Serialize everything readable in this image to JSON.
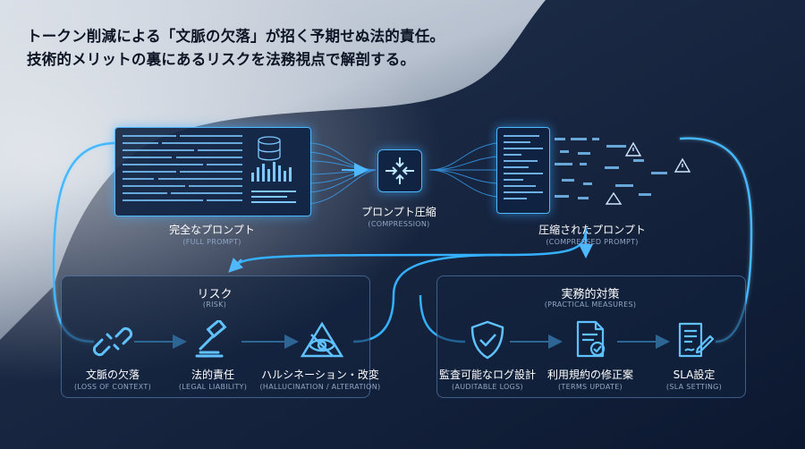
{
  "headline": {
    "line1": "トークン削減による「文脈の欠落」が招く予期せぬ法的責任。",
    "line2": "技術的メリットの裏にあるリスクを法務視点で解剖する。"
  },
  "flow": {
    "full_prompt": {
      "label": "完全なプロンプト",
      "sub": "(FULL PROMPT)"
    },
    "compression": {
      "label": "プロンプト圧縮",
      "sub": "(COMPRESSION)"
    },
    "compressed": {
      "label": "圧縮されたプロンプト",
      "sub": "(COMPRESSED PROMPT)"
    }
  },
  "risk": {
    "title": "リスク",
    "title_sub": "(RISK)",
    "items": [
      {
        "label": "文脈の欠落",
        "sub": "(LOSS OF CONTEXT)",
        "icon": "broken-chain-icon"
      },
      {
        "label": "法的責任",
        "sub": "(LEGAL LIABILITY)",
        "icon": "gavel-icon"
      },
      {
        "label": "ハルシネーション・改変",
        "sub": "(HALLUCINATION / ALTERATION)",
        "icon": "crossed-eye-warning-icon"
      }
    ]
  },
  "measures": {
    "title": "実務的対策",
    "title_sub": "(PRACTICAL MEASURES)",
    "items": [
      {
        "label": "監査可能なログ設計",
        "sub": "(AUDITABLE LOGS)",
        "icon": "shield-check-icon"
      },
      {
        "label": "利用規約の修正案",
        "sub": "(TERMS UPDATE)",
        "icon": "document-check-icon"
      },
      {
        "label": "SLA設定",
        "sub": "(SLA SETTING)",
        "icon": "contract-pen-icon"
      }
    ]
  },
  "colors": {
    "accent": "#4fb8ff",
    "glow": "#2aa4ff",
    "panel_border": "#5a86c0"
  }
}
